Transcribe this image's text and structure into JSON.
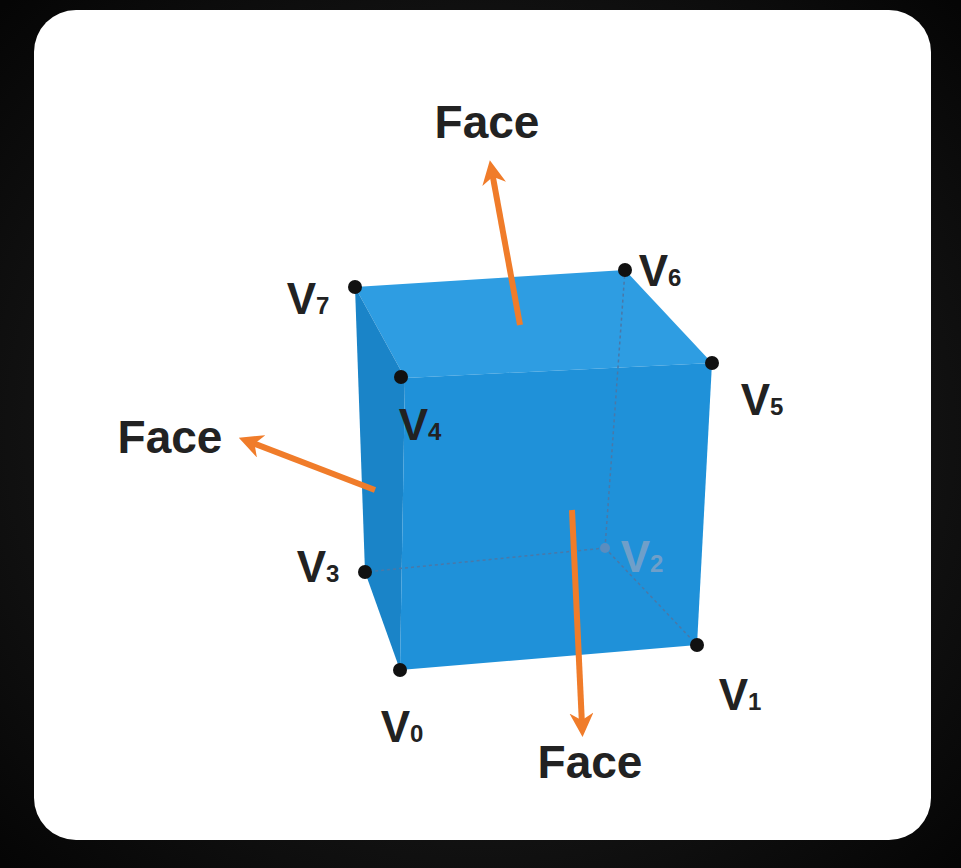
{
  "diagram": {
    "labels": [
      "Face",
      "V7",
      "V6",
      "V5",
      "Face",
      "V4",
      "V3",
      "V2",
      "V1",
      "V0",
      "Face"
    ]
  }
}
